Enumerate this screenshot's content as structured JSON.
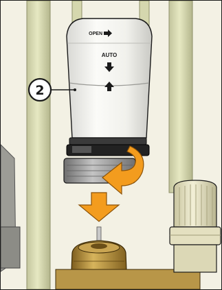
{
  "callout": {
    "number": "2"
  },
  "actuator": {
    "open_label": "OPEN",
    "auto_label": "AUTO"
  },
  "colors": {
    "pipe": "#d9dbb4",
    "pipe_shadow": "#b9bb92",
    "actuator_body": "#f3f3ef",
    "ring_dark": "#2b2b2b",
    "union_nut": "#9a9a9a",
    "arrow_orange": "#f39c1e",
    "valve_brass": "#b08a3a",
    "cap_cream": "#e9e6c9",
    "outline": "#1a1a1a"
  },
  "icons": [
    "open-arrow-icon",
    "down-arrow-icon",
    "up-arrow-icon",
    "rotate-arrow-icon",
    "push-down-arrow-icon"
  ]
}
